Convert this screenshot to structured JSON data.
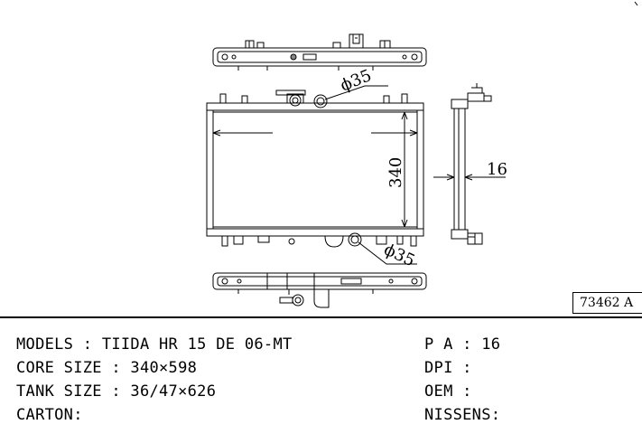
{
  "diagram": {
    "dim_top_diameter": "ϕ35",
    "dim_bottom_diameter": "ϕ35",
    "dim_core_height": "340",
    "dim_core_thickness": "16"
  },
  "part_number": "73462 A",
  "specs_left": [
    "MODELS : TIIDA HR 15 DE 06-MT",
    "CORE SIZE : 340×598",
    "TANK SIZE : 36/47×626",
    "CARTON:"
  ],
  "specs_right": [
    "P A : 16",
    "DPI :",
    "OEM :",
    "NISSENS:"
  ]
}
